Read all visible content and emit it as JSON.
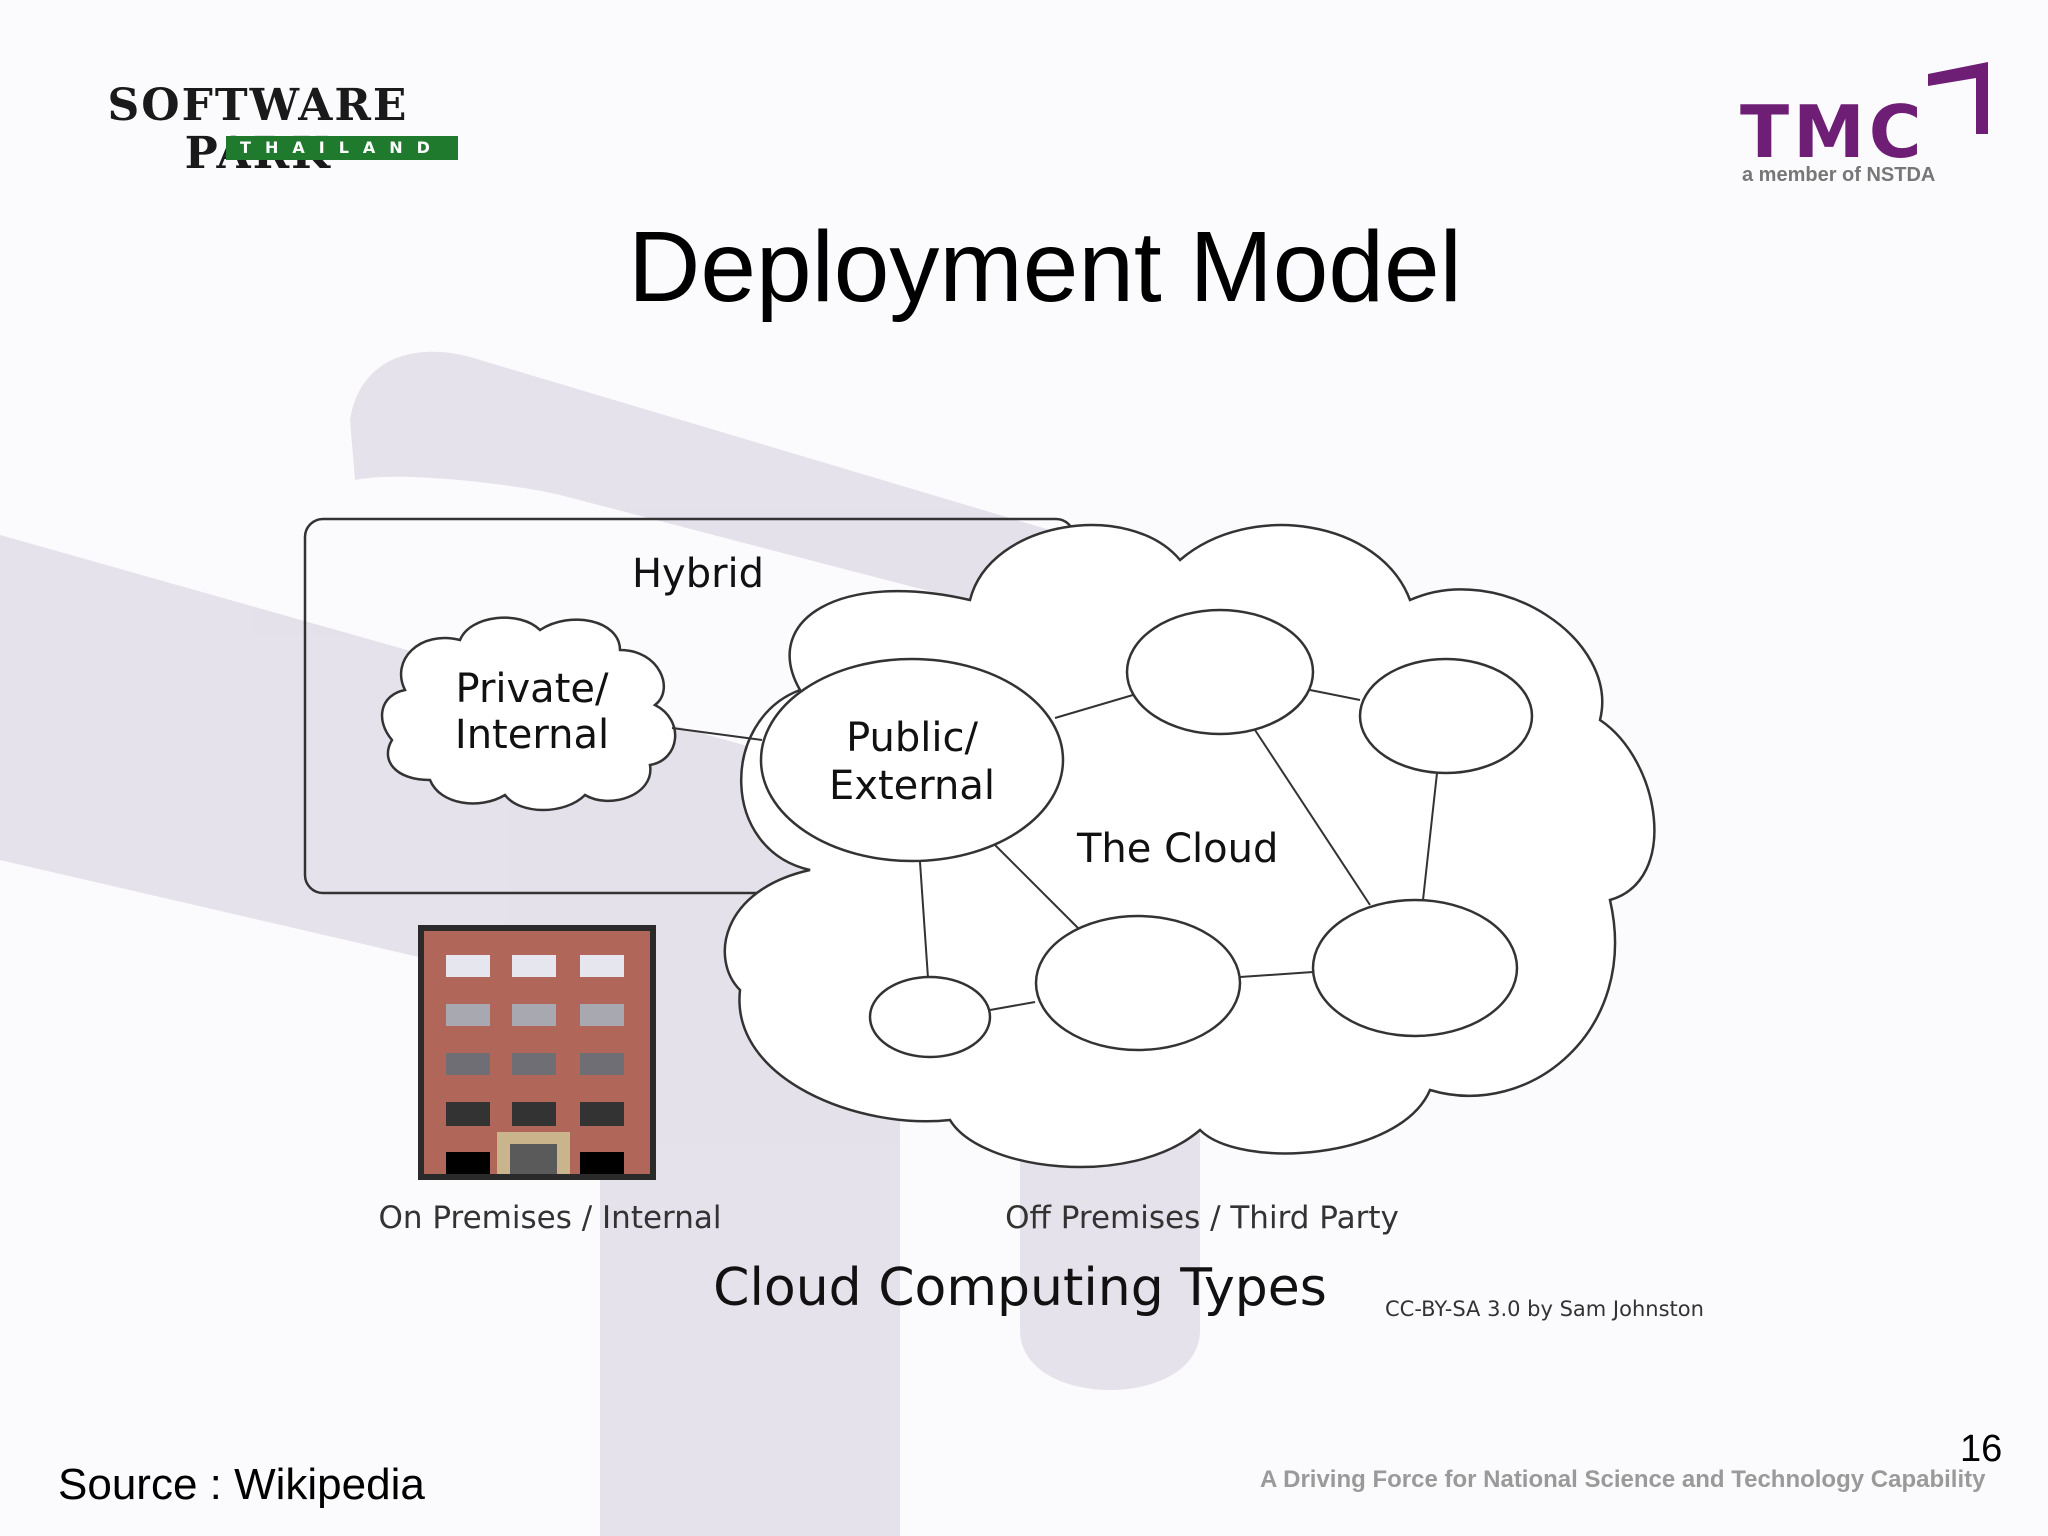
{
  "slide": {
    "title": "Deployment Model",
    "source": "Source :  Wikipedia",
    "page_number": "16",
    "tagline": "A Driving Force for National Science and Technology Capability"
  },
  "logos": {
    "left": {
      "word": "SOFTWARE PARK",
      "sub": "THAILAND",
      "color": "#1f7a2e"
    },
    "right": {
      "word": "TMC",
      "sub": "a member of NSTDA",
      "color": "#6e1f75"
    }
  },
  "diagram": {
    "hybrid_label": "Hybrid",
    "private_label_1": "Private/",
    "private_label_2": "Internal",
    "public_label_1": "Public/",
    "public_label_2": "External",
    "cloud_label": "The Cloud",
    "on_premises_label": "On Premises / Internal",
    "off_premises_label": "Off Premises / Third Party",
    "caption": "Cloud Computing Types",
    "credit": "CC-BY-SA 3.0 by Sam Johnston",
    "building_icon": "office-building-icon"
  }
}
